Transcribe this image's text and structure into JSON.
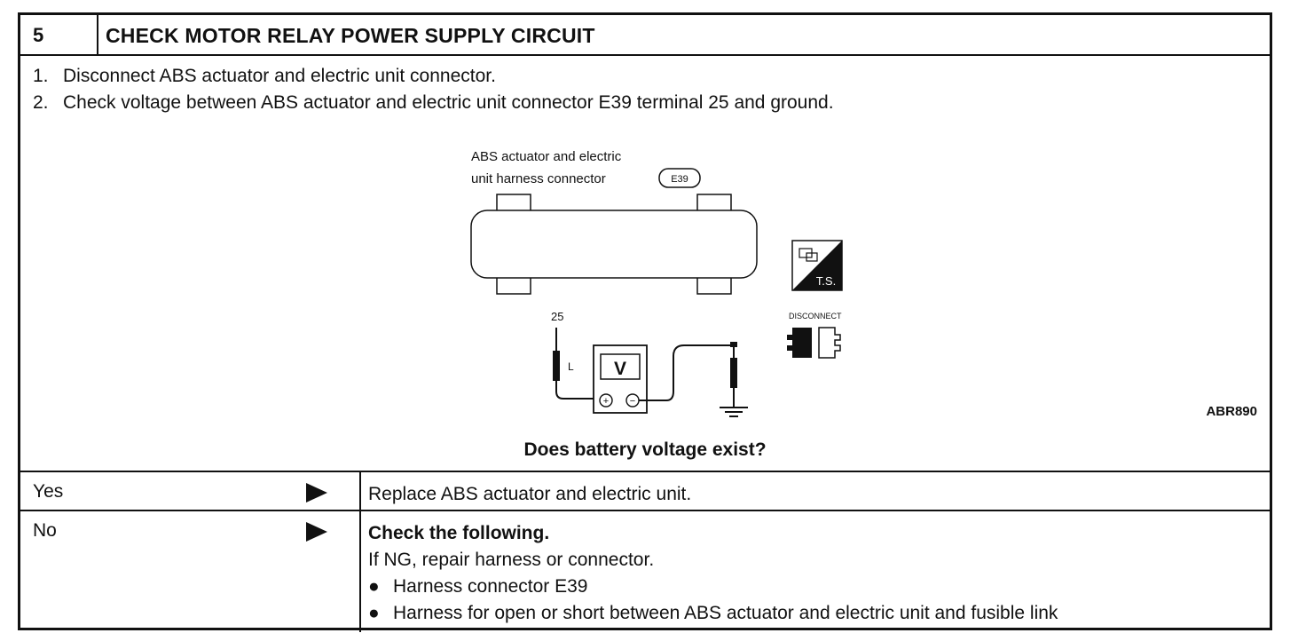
{
  "header": {
    "step": "5",
    "title": "CHECK MOTOR RELAY POWER SUPPLY CIRCUIT"
  },
  "steps": [
    {
      "num": "1.",
      "text": "Disconnect ABS actuator and electric unit connector."
    },
    {
      "num": "2.",
      "text": "Check voltage between ABS actuator and electric unit connector E39 terminal 25 and ground."
    }
  ],
  "figure": {
    "caption_line1": "ABS actuator and electric",
    "caption_line2": "unit harness connector",
    "connector_badge": "E39",
    "terminal": "25",
    "wire_color": "L",
    "meter_symbol": "V",
    "plus": "+",
    "minus": "−",
    "ts_label": "T.S.",
    "disconnect_label": "DISCONNECT",
    "code": "ABR890"
  },
  "question": "Does battery voltage exist?",
  "answers": {
    "yes": {
      "label": "Yes",
      "result": "Replace ABS actuator and electric unit."
    },
    "no": {
      "label": "No",
      "heading": "Check the following.",
      "note": "If NG, repair harness or connector.",
      "bullet_symbol": "●",
      "items": [
        "Harness connector E39",
        "Harness for open or short between ABS actuator and electric unit and fusible link"
      ]
    }
  }
}
